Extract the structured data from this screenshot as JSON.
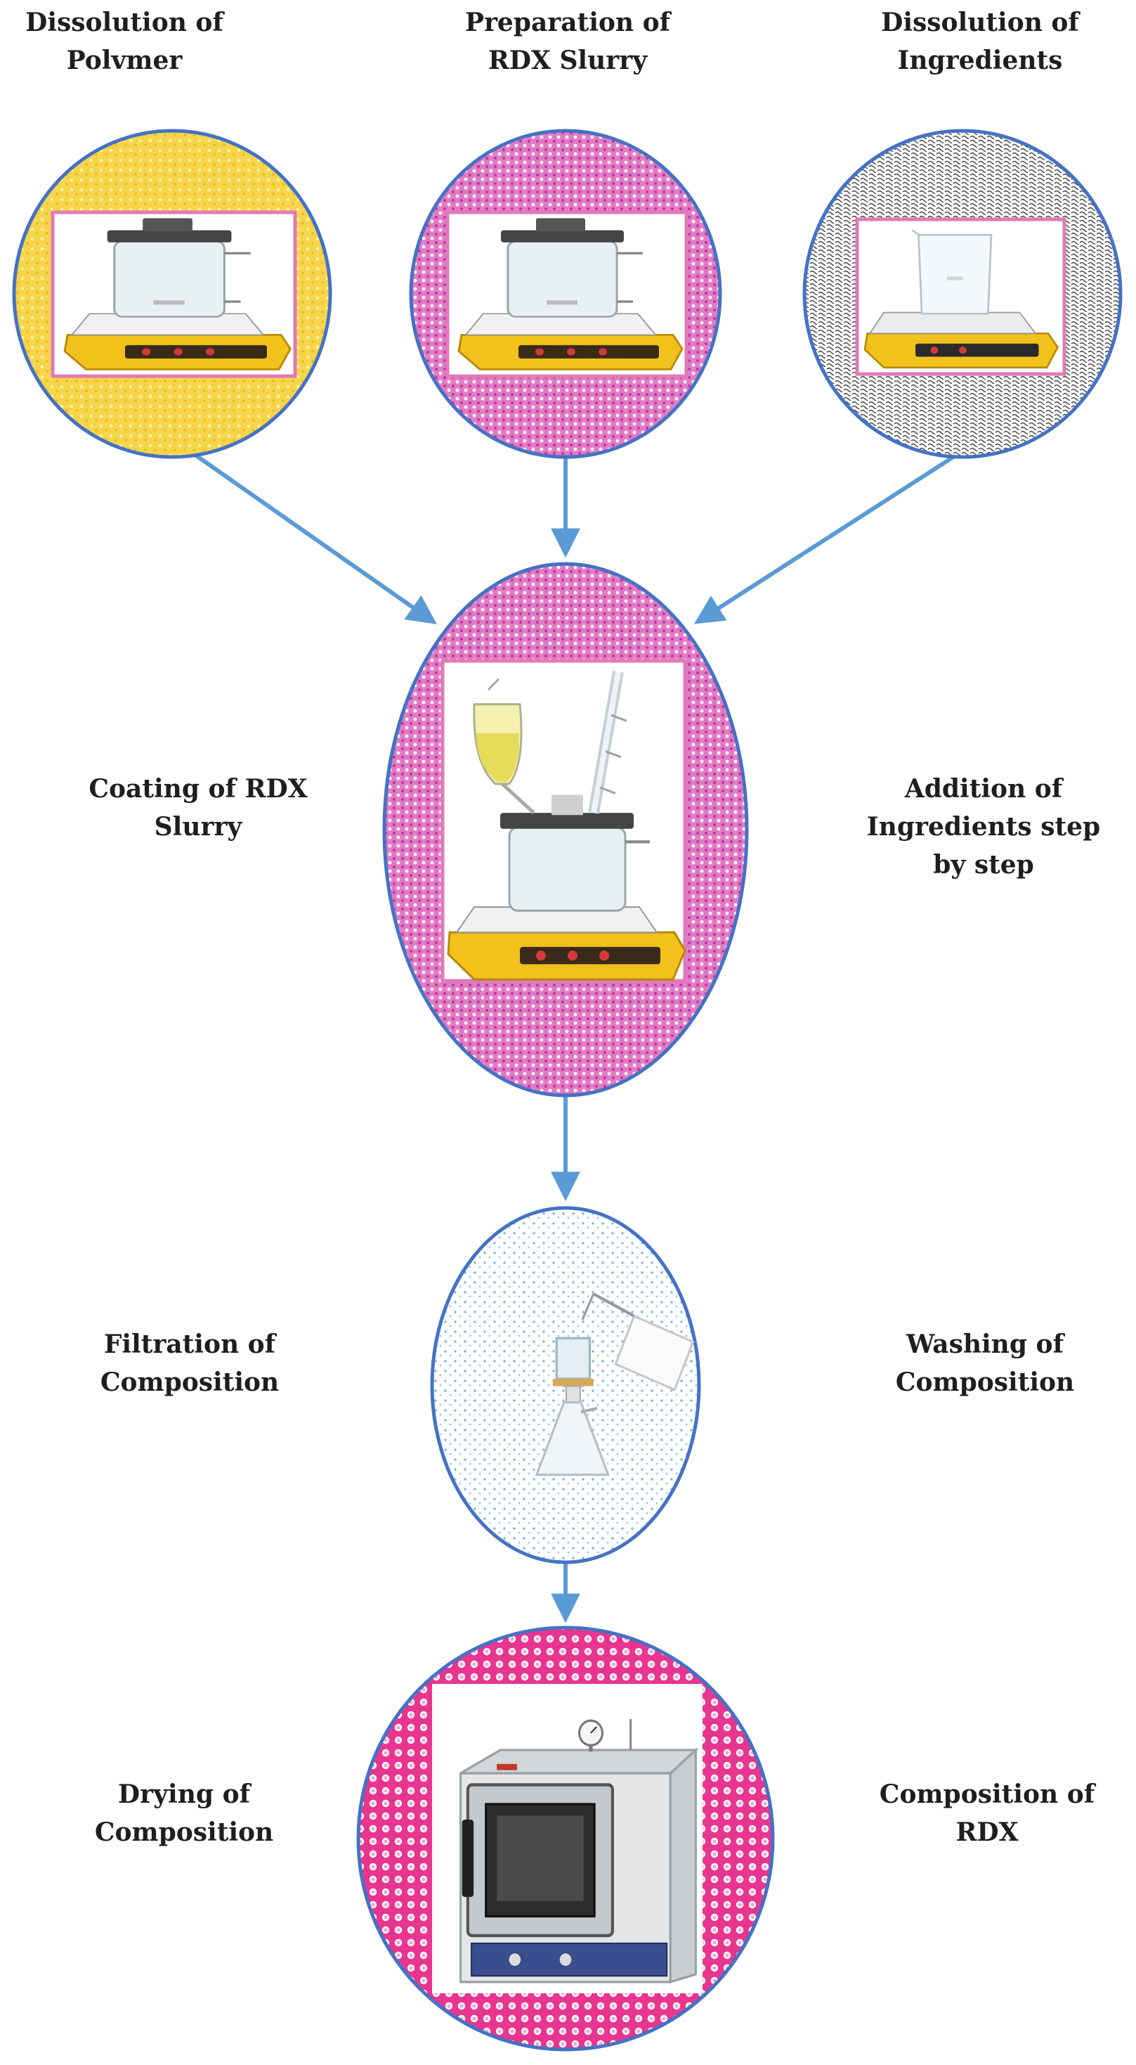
{
  "title": "",
  "steps": {
    "polymer": [
      "Dissolution of",
      "Polvmer"
    ],
    "slurry": [
      "Preparation of",
      "RDX Slurry"
    ],
    "ingredients": [
      "Dissolution of",
      "Ingredients"
    ],
    "coating": [
      "Coating of RDX",
      "Slurry"
    ],
    "addition": [
      "Addition of",
      "Ingredients step",
      "by step"
    ],
    "filtration": [
      "Filtration of",
      "Composition"
    ],
    "washing": [
      "Washing of",
      "Composition"
    ],
    "drying": [
      "Drying of",
      "Composition"
    ],
    "product": [
      "Composition of",
      "RDX"
    ]
  },
  "colors": {
    "arrow": "#5b9bd5",
    "circle_outline": "#4472c4",
    "yellow_fill": "#f7d54a",
    "magenta_fill": "#d94fb3",
    "hotpink_fill": "#e8358f",
    "gray_fill": "#6b6b6b",
    "dots_fill": "#7fb6e0",
    "frame_pink": "#e07ab8",
    "device_yellow": "#f2c11c"
  },
  "icons": {
    "polymer": "stirrer-with-reactor-icon",
    "slurry": "stirrer-with-reactor-icon",
    "ingredients": "stirrer-with-beaker-icon",
    "coating": "reactor-with-funnel-and-condenser-icon",
    "filtration": "filtration-flask-with-wash-bottle-icon",
    "drying": "vacuum-oven-icon"
  }
}
